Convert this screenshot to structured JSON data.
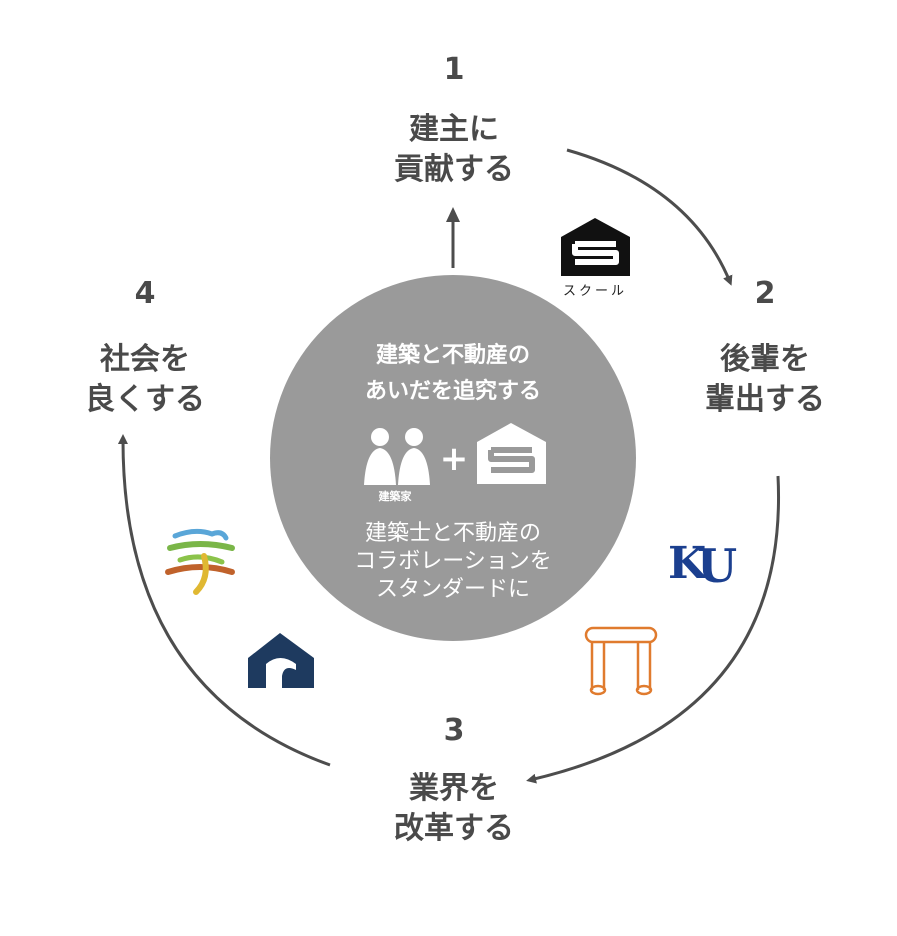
{
  "steps": [
    {
      "number": "1",
      "line1": "建主に",
      "line2": "貢献する"
    },
    {
      "number": "2",
      "line1": "後輩を",
      "line2": "輩出する"
    },
    {
      "number": "3",
      "line1": "業界を",
      "line2": "改革する"
    },
    {
      "number": "4",
      "line1": "社会を",
      "line2": "良くする"
    }
  ],
  "center": {
    "title_line1": "建築と不動産の",
    "title_line2": "あいだを追究する",
    "plus": "+",
    "people_caption": "建築家",
    "sub_line1": "建築士と不動産の",
    "sub_line2": "コラボレーションを",
    "sub_line3": "スタンダードに"
  },
  "school_logo_caption": "スクール",
  "ku_logo_text": "KU",
  "colors": {
    "circle": "#9a9a9a",
    "arrow": "#4d4d4d",
    "ku_blue": "#1b3f8f",
    "orange": "#e07b2e",
    "navy": "#1e3a5f",
    "text": "#4a4a4a"
  },
  "icons": [
    "arrow-up-icon",
    "school-s-logo-icon",
    "ku-logo-icon",
    "gate-logo-icon",
    "house-logo-icon",
    "kanji-logo-icon",
    "people-icon"
  ]
}
